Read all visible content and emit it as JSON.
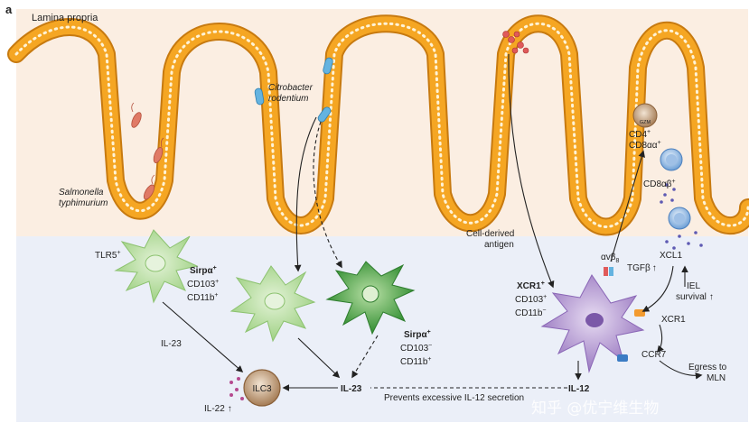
{
  "panel": {
    "label": "a"
  },
  "region": {
    "top_label": "Lamina propria"
  },
  "bacteria": {
    "salmonella": [
      "Salmonella",
      "typhimurium"
    ],
    "citrobacter": [
      "Citrobacter",
      "rodentium"
    ]
  },
  "left_dc": {
    "receptor": "TLR5",
    "receptor_sup": "+",
    "markers": {
      "sirpa": "Sirpα",
      "sirpa_sup": "+",
      "cd103": "CD103",
      "cd103_sup": "+",
      "cd11b": "CD11b",
      "cd11b_sup": "+"
    }
  },
  "mid_dc": {
    "markers": {
      "sirpa": "Sirpα",
      "sirpa_sup": "+",
      "cd103": "CD103",
      "cd103_sup": "−",
      "cd11b": "CD11b",
      "cd11b_sup": "+"
    }
  },
  "right_dc": {
    "markers": {
      "xcr1": "XCR1",
      "xcr1_sup": "+",
      "cd103": "CD103",
      "cd103_sup": "+",
      "cd11b": "CD11b",
      "cd11b_sup": "−"
    }
  },
  "signals": {
    "il23_left": "IL-23",
    "il23_center": "IL-23",
    "il12": "IL-12",
    "il22": "IL-22",
    "ilc3": "ILC3",
    "prevents": "Prevents excessive IL-12 secretion",
    "antigen": [
      "Cell-derived",
      "antigen"
    ],
    "tgfb": "TGFβ",
    "avb8": "α",
    "avb8_rest": "vβ",
    "avb8_sub": "8",
    "gzm": "GZM",
    "cd4": "CD4",
    "cd4_sup": "+",
    "cd8aa": "CD8αα",
    "cd8aa_sup": "+",
    "cd8ab": "CD8αβ",
    "cd8ab_sup": "+",
    "xcl1": "XCL1",
    "iel": [
      "IEL",
      "survival"
    ],
    "xcr1": "XCR1",
    "ccr7": "CCR7",
    "egress": [
      "Egress to",
      "MLN"
    ]
  },
  "watermark": "知乎 @优宁维生物",
  "colors": {
    "lamina": "#fbeee2",
    "lower_bg": "#ebeff8",
    "epithelium": "#f5a623",
    "epithelium_edge": "#c77a10",
    "green_light": "#a8d68f",
    "green_dark": "#3f9a3a",
    "purple": "#9c7bc4",
    "ilc3": "#b78f66",
    "blue_cell": "#7ea8d8",
    "bacteria_red": "#e07a66",
    "bacteria_blue": "#64b3e0"
  }
}
